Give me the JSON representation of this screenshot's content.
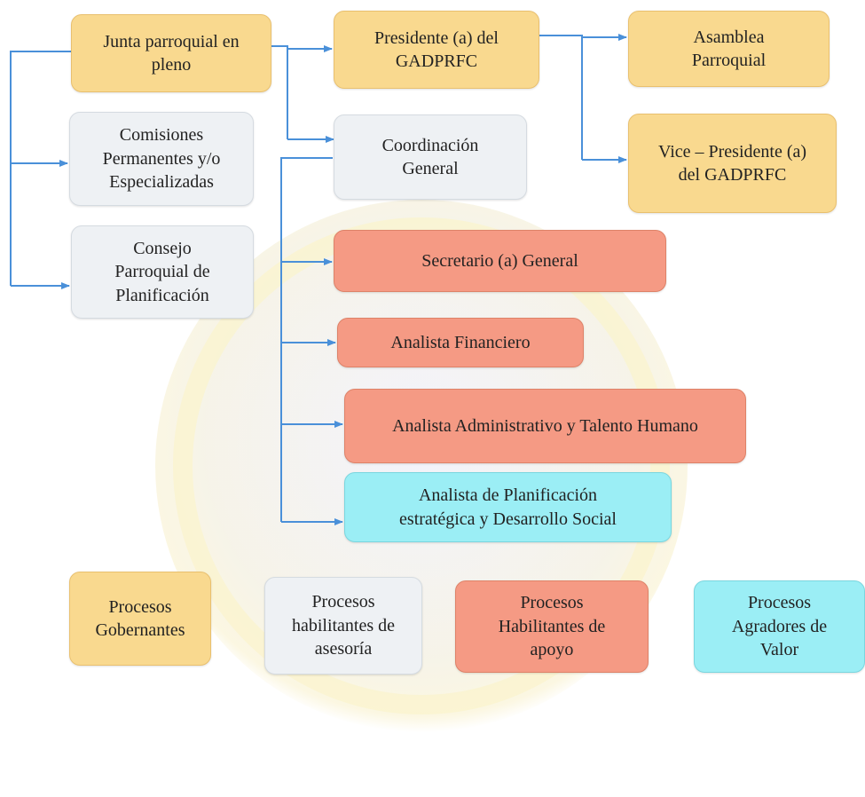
{
  "colors": {
    "gobernantes": "#f9d98f",
    "asesoria": "#eef1f4",
    "apoyo": "#f59a84",
    "agregadores": "#9beef5",
    "connector": "#4a90d9"
  },
  "nodes": {
    "junta": "Junta parroquial en\npleno",
    "presidente": "Presidente (a) del\nGADPRFC",
    "asamblea": "Asamblea\nParroquial",
    "comisiones": "Comisiones\nPermanentes y/o\nEspecializadas",
    "coordinacion": "Coordinación\nGeneral",
    "vicepresidente": "Vice – Presidente (a)\ndel GADPRFC",
    "consejo": "Consejo\nParroquial de\nPlanificación",
    "secretario": "Secretario (a) General",
    "analista_financiero": "Analista Financiero",
    "analista_administrativo": "Analista Administrativo y Talento Humano",
    "analista_planificacion": "Analista de Planificación\nestratégica y Desarrollo Social"
  },
  "legend": {
    "gobernantes": "Procesos\nGobernantes",
    "asesoria": "Procesos\nhabilitantes de\nasesoría",
    "apoyo": "Procesos\nHabilitantes de\napoyo",
    "agregadores": "Procesos\nAgradores de\nValor"
  }
}
